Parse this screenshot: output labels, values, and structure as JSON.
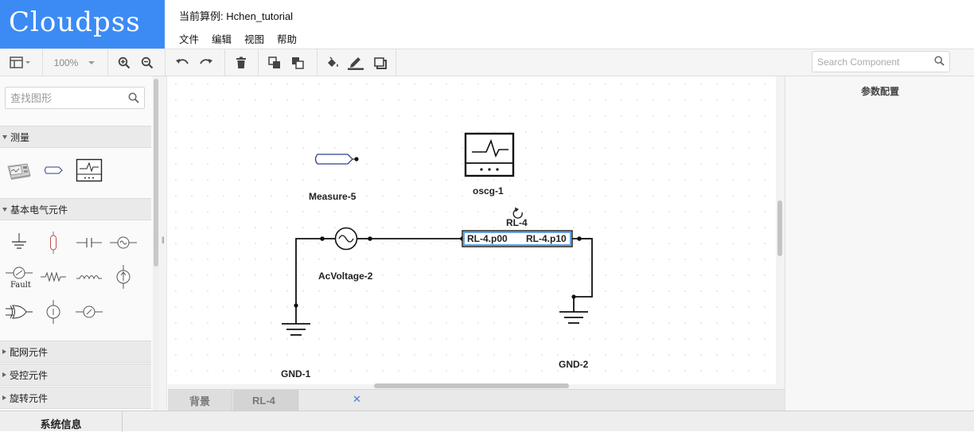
{
  "app": {
    "logo": "Cloudpss",
    "case_title": "当前算例: Hchen_tutorial"
  },
  "menu": [
    "文件",
    "编辑",
    "视图",
    "帮助"
  ],
  "toolbar": {
    "zoom": "100%",
    "search_placeholder": "Search Component",
    "icons": [
      "layout-icon",
      "zoom-in-icon",
      "zoom-out-icon",
      "undo-icon",
      "redo-icon",
      "delete-icon",
      "to-front-icon",
      "to-back-icon",
      "fill-color-icon",
      "line-color-icon",
      "shadow-icon",
      "search-icon"
    ]
  },
  "sidebar": {
    "search_placeholder": "查找图形",
    "categories": [
      {
        "label": "测量",
        "expanded": true
      },
      {
        "label": "基本电气元件",
        "expanded": true
      },
      {
        "label": "配网元件",
        "expanded": false
      },
      {
        "label": "受控元件",
        "expanded": false
      },
      {
        "label": "旋转元件",
        "expanded": false
      }
    ],
    "fault_label": "Fault"
  },
  "canvas": {
    "components": {
      "measure": "Measure-5",
      "scope": "oscg-1",
      "source": "AcVoltage-2",
      "rl": "RL-4",
      "rl_pin_left": "RL-4.p00",
      "rl_pin_right": "RL-4.p10",
      "gnd1": "GND-1",
      "gnd2": "GND-2"
    }
  },
  "tabs": [
    {
      "label": "背景",
      "active": false
    },
    {
      "label": "RL-4",
      "active": true,
      "close": "✕"
    }
  ],
  "right_panel": {
    "title": "参数配置"
  },
  "status": {
    "system_info": "系统信息"
  },
  "colors": {
    "logo_bg": "#3c8bf5",
    "selection": "#4a90d9"
  }
}
